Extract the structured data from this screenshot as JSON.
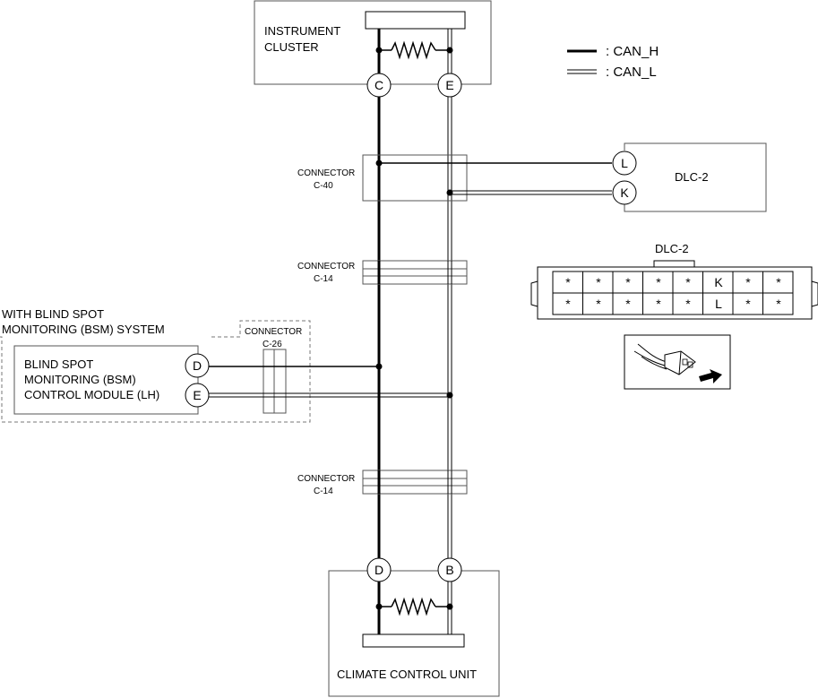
{
  "instrument_cluster": {
    "line1": "INSTRUMENT",
    "line2": "CLUSTER",
    "pin_can_h": "C",
    "pin_can_l": "E"
  },
  "climate_control": {
    "label": "CLIMATE CONTROL UNIT",
    "pin_can_h": "D",
    "pin_can_l": "B"
  },
  "legend": {
    "can_h": ": CAN_H",
    "can_l": ": CAN_L"
  },
  "connectors": {
    "c40": {
      "line1": "CONNECTOR",
      "line2": "C-40"
    },
    "c14_upper": {
      "line1": "CONNECTOR",
      "line2": "C-14"
    },
    "c14_lower": {
      "line1": "CONNECTOR",
      "line2": "C-14"
    },
    "c26": {
      "line1": "CONNECTOR",
      "line2": "C-26"
    }
  },
  "dlc2": {
    "label": "DLC-2",
    "pin_l": "L",
    "pin_k": "K"
  },
  "dlc2_face": {
    "title": "DLC-2",
    "top_row": [
      "*",
      "*",
      "*",
      "*",
      "*",
      "K",
      "*",
      "*"
    ],
    "bottom_row": [
      "*",
      "*",
      "*",
      "*",
      "*",
      "L",
      "*",
      "*"
    ]
  },
  "bsm": {
    "system_line1": "WITH BLIND SPOT",
    "system_line2": "MONITORING (BSM) SYSTEM",
    "module_line1": "BLIND SPOT",
    "module_line2": "MONITORING (BSM)",
    "module_line3": "CONTROL MODULE (LH)",
    "pin_can_h": "D",
    "pin_can_l": "E"
  },
  "colors": {
    "line": "#000000",
    "frame": "#555555",
    "dashed": "#777777",
    "background": "#ffffff"
  }
}
